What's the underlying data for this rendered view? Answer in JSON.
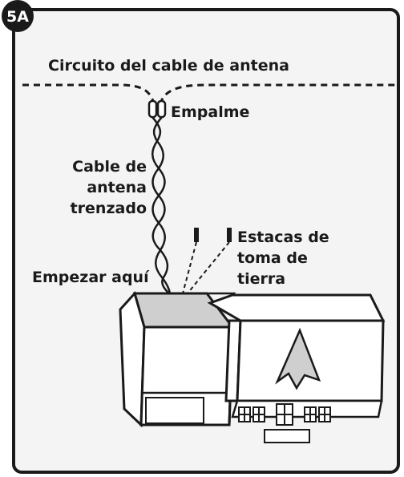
{
  "badge": {
    "text": "5A",
    "color": "#1a1a1a"
  },
  "colors": {
    "panel_fill": "#f4f4f4",
    "stroke": "#1a1a1a",
    "box_fill": "#d0d0d0"
  },
  "labels": {
    "circuit": "Circuito del cable de antena",
    "splice": "Empalme",
    "twisted_cable": [
      "Cable de",
      "antena",
      "trenzado"
    ],
    "ground_stakes": [
      "Estacas de",
      "toma de",
      "tierra"
    ],
    "start_here": "Empezar aquí"
  }
}
